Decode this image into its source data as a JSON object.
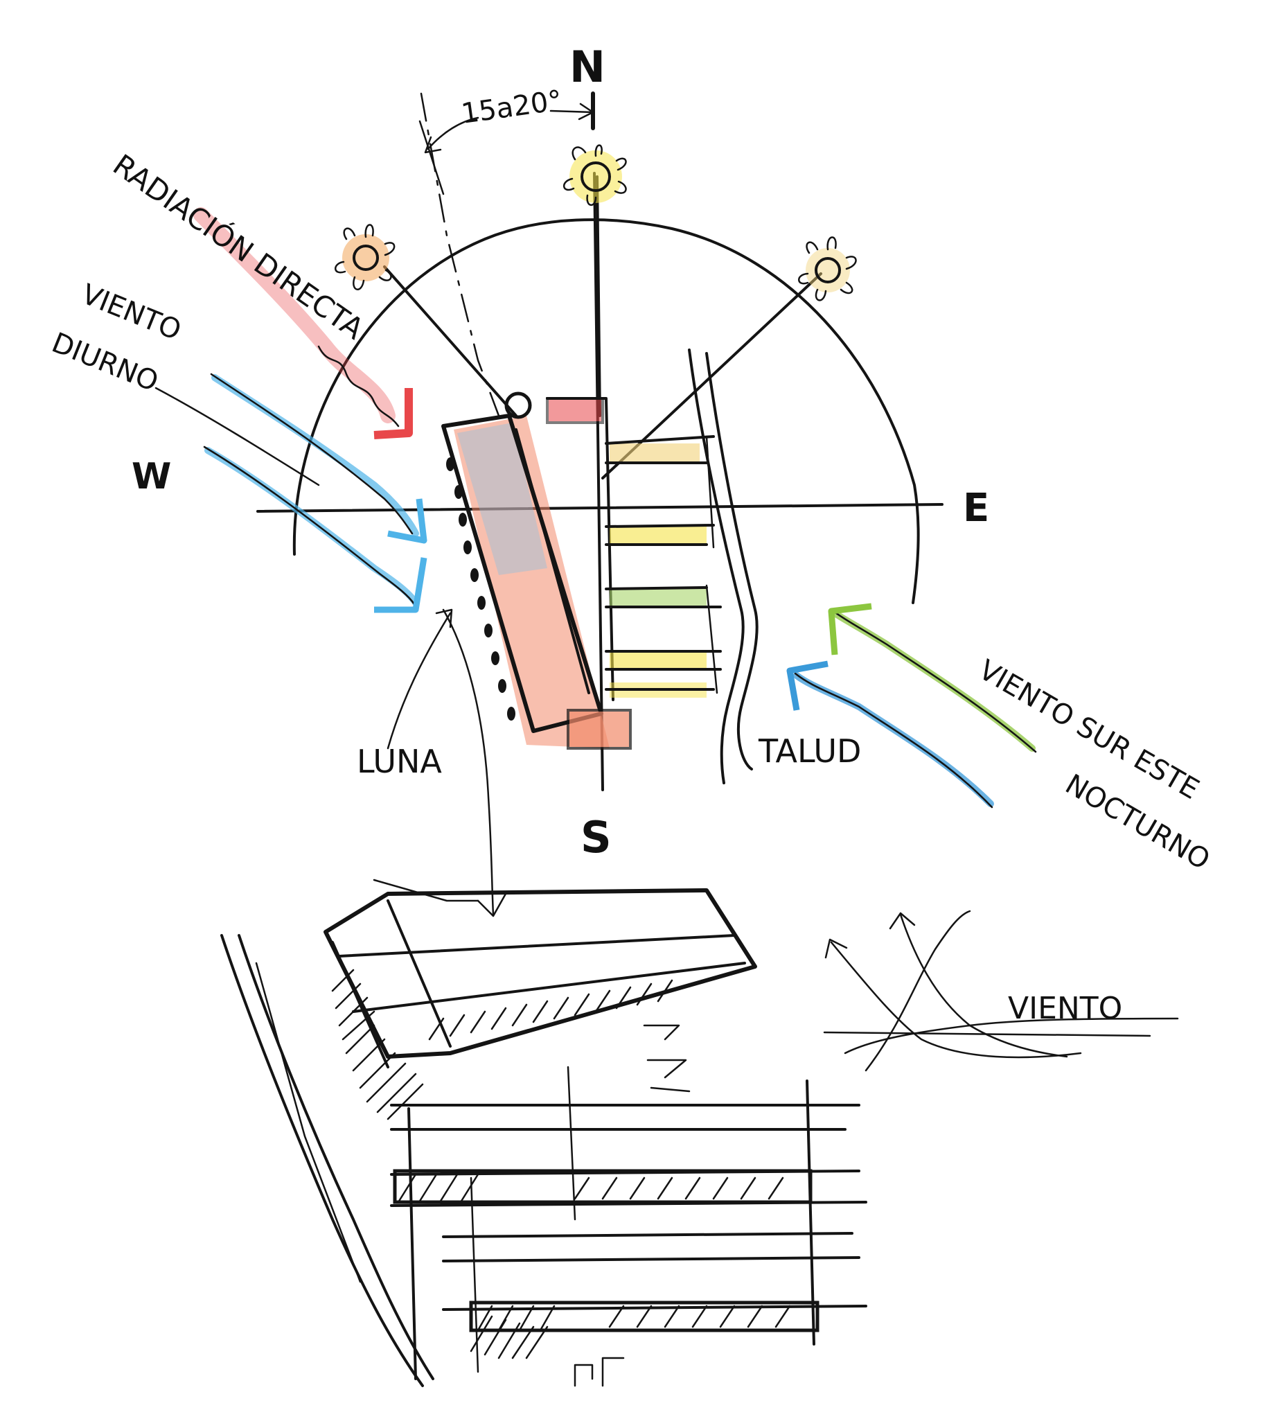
{
  "compass": {
    "north": "N",
    "south": "S",
    "east": "E",
    "west": "W",
    "angle": "15a20°"
  },
  "labels": {
    "radiation": "RADIACIÓN DIRECTA",
    "day_wind_line1": "VIENTO",
    "day_wind_line2": "DIURNO",
    "moon": "LUNA",
    "slope": "TALUD",
    "night_wind_line1": "VIENTO SUR ESTE",
    "night_wind_line2": "NOCTURNO",
    "wind": "VIENTO"
  },
  "colors": {
    "ink": "#141414",
    "radiation": "#e8474a",
    "wind_day": "#4fb3e8",
    "wind_night": "#3a9ad9",
    "wind_green": "#8cc63f",
    "sun_yellow": "#f5e34a",
    "sun_orange": "#f2a65a",
    "building_fill": "#f28b6b"
  }
}
